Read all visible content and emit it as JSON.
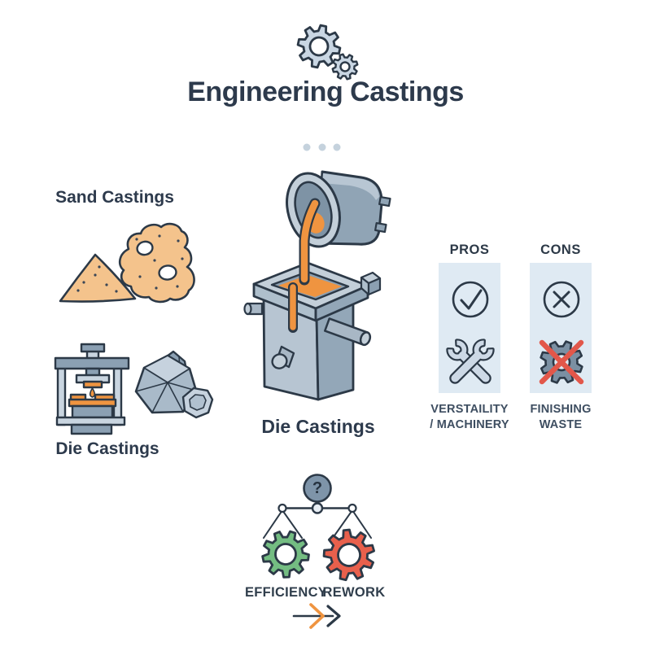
{
  "page": {
    "background": "#ffffff"
  },
  "header": {
    "icon": "gears-icon",
    "title": "Engineering Castings",
    "divider": "ellipsis-dots"
  },
  "sand_section": {
    "label": "Sand Castings",
    "icons": [
      "sand-pile-icon",
      "sand-mold-icon"
    ]
  },
  "press_section": {
    "label": "Die Castings",
    "icons": [
      "die-press-icon",
      "gems-icon"
    ]
  },
  "pour_section": {
    "label": "Die Castings",
    "icon": "molten-pour-mold-icon"
  },
  "pros_cons": {
    "pros": {
      "header": "PROS",
      "icons": [
        "check-circle-icon",
        "crossed-wrenches-icon"
      ],
      "caption_line1": "VERSTAILITY",
      "caption_line2": "/ MACHINERY"
    },
    "cons": {
      "header": "CONS",
      "icons": [
        "cross-circle-icon",
        "rejected-gear-icon"
      ],
      "caption_line1": "FINISHING",
      "caption_line2": "WASTE"
    }
  },
  "balance_section": {
    "icon": "balance-scale-icon",
    "question_mark": "?",
    "left_label": "EFFICIENCY",
    "right_label": "REWORK",
    "arrow": "arrow-right-icon"
  },
  "colors": {
    "outline": "#2c3947",
    "text": "#2d3a4c",
    "steel_medium": "#8ba0b3",
    "steel_light": "#c9d5e0",
    "molten_orange": "#ef9440",
    "sand_tan": "#f4c38c",
    "panel_blue": "#dfeaf3",
    "gear_green": "#74bd82",
    "gear_red": "#e8604c",
    "cross_red": "#e2574a",
    "dot_gray": "#c5d2dd"
  }
}
